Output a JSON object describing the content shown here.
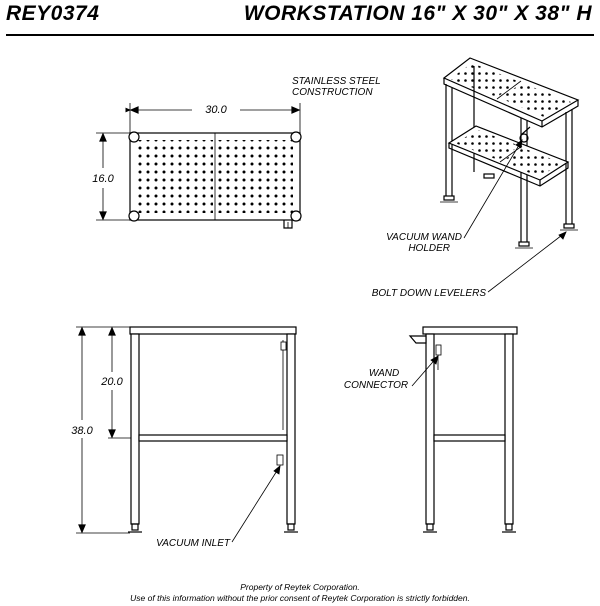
{
  "header": {
    "part_number": "REY0374",
    "title": "WORKSTATION 16\" X 30\" X 38\" H"
  },
  "dimensions": {
    "top_width": "30.0",
    "top_depth": "16.0",
    "shelf_height": "20.0",
    "overall_height": "38.0"
  },
  "callouts": {
    "construction_line1": "STAINLESS STEEL",
    "construction_line2": "CONSTRUCTION",
    "wand_holder_line1": "VACUUM WAND",
    "wand_holder_line2": "HOLDER",
    "levelers": "BOLT DOWN LEVELERS",
    "wand_connector_line1": "WAND",
    "wand_connector_line2": "CONNECTOR",
    "vacuum_inlet": "VACUUM INLET"
  },
  "footer": {
    "line1": "Property of Reytek Corporation.",
    "line2": "Use of this information without the prior consent of Reytek Corporation is strictly forbidden."
  }
}
